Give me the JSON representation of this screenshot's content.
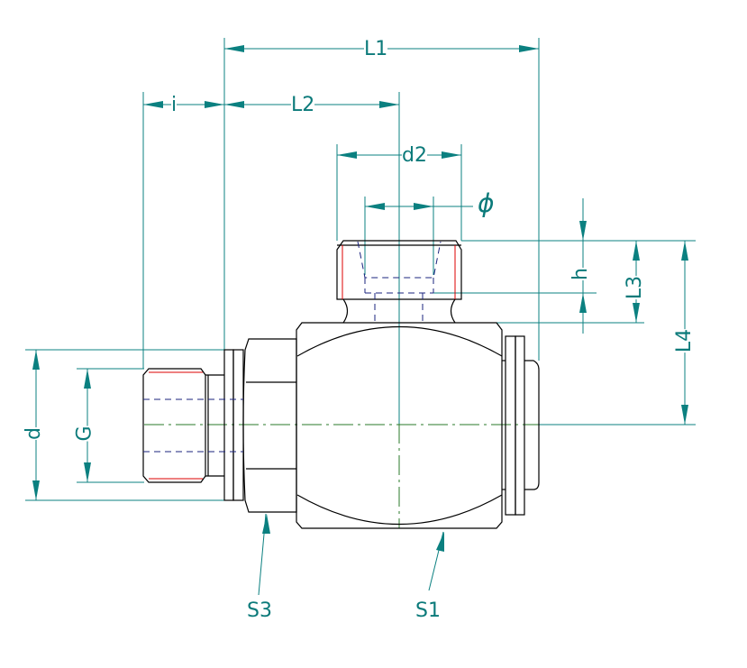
{
  "drawing": {
    "labels": {
      "L1": "L1",
      "L2": "L2",
      "i": "i",
      "d2": "d2",
      "phi": "ϕ",
      "h": "h",
      "L3": "L3",
      "L4": "L4",
      "d": "d",
      "G": "G",
      "S3": "S3",
      "S1": "S1"
    },
    "colors": {
      "dimension": "#0b8080",
      "outline": "#000000",
      "hidden": "#1a237e",
      "thread": "#dd0000",
      "centerline": "#2a7a2a"
    }
  }
}
